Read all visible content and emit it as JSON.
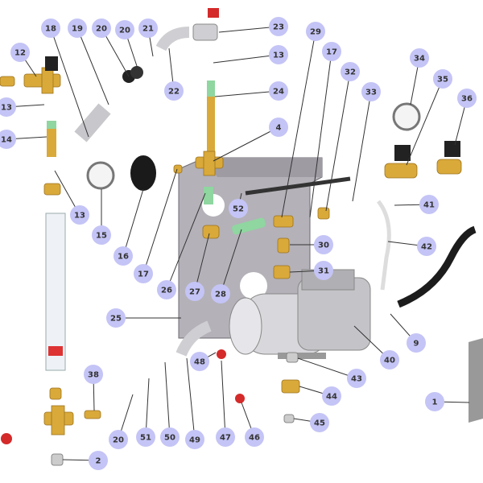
{
  "diagram": {
    "type": "exploded-parts-diagram",
    "callout_color": "#c4c4f6",
    "callout_text_color": "#333333",
    "part_colors": {
      "brass": "#d9a93a",
      "plate": "#b4b1b8",
      "pump": "#d8d8dc",
      "green_pipe": "#8fd6a0",
      "hose": "#1c1c1c",
      "valve_red": "#d42a2a"
    },
    "callouts": [
      "18",
      "19",
      "20",
      "20",
      "21",
      "23",
      "13",
      "12",
      "13",
      "14",
      "22",
      "24",
      "29",
      "17",
      "32",
      "33",
      "34",
      "35",
      "36",
      "4",
      "13",
      "15",
      "16",
      "17",
      "26",
      "27",
      "28",
      "52",
      "41",
      "42",
      "30",
      "31",
      "25",
      "9",
      "40",
      "43",
      "44",
      "45",
      "48",
      "38",
      "20",
      "51",
      "50",
      "49",
      "47",
      "46",
      "2",
      "1"
    ]
  }
}
